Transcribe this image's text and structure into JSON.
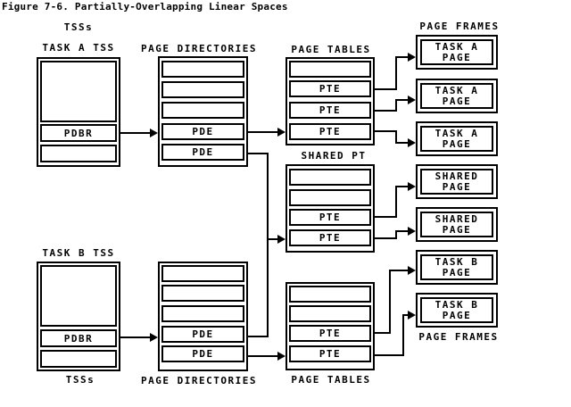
{
  "figure": {
    "title": "Figure 7-6. Partially-Overlapping Linear Spaces"
  },
  "labels": {
    "tsss_top": "TSSs",
    "task_a_tss": "TASK A TSS",
    "page_directories_top": "PAGE DIRECTORIES",
    "page_tables_top": "PAGE TABLES",
    "page_frames_top": "PAGE FRAMES",
    "shared_pt": "SHARED PT",
    "task_b_tss": "TASK B TSS",
    "tsss_bottom": "TSSs",
    "page_directories_bottom": "PAGE DIRECTORIES",
    "page_tables_bottom": "PAGE TABLES",
    "page_frames_bottom": "PAGE FRAMES"
  },
  "cells": {
    "pdbr": "PDBR",
    "pde": "PDE",
    "pte": "PTE"
  },
  "frames": [
    {
      "line1": "TASK A",
      "line2": "PAGE"
    },
    {
      "line1": "TASK A",
      "line2": "PAGE"
    },
    {
      "line1": "TASK A",
      "line2": "PAGE"
    },
    {
      "line1": "SHARED",
      "line2": "PAGE"
    },
    {
      "line1": "SHARED",
      "line2": "PAGE"
    },
    {
      "line1": "TASK B",
      "line2": "PAGE"
    },
    {
      "line1": "TASK B",
      "line2": "PAGE"
    }
  ],
  "colors": {
    "foreground": "#000000",
    "background": "#ffffff"
  }
}
